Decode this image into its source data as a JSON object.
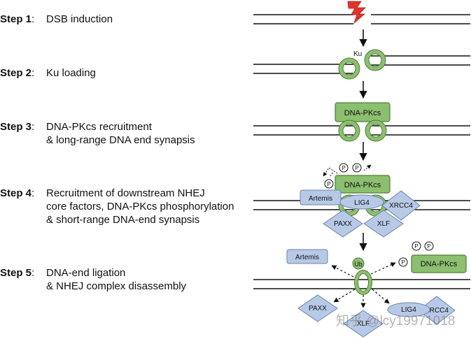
{
  "steps": [
    {
      "num": "Step 1",
      "lines": [
        "DSB induction"
      ]
    },
    {
      "num": "Step 2",
      "lines": [
        "Ku loading"
      ]
    },
    {
      "num": "Step 3",
      "lines": [
        "DNA-PKcs recruitment",
        "& long-range DNA end synapsis"
      ]
    },
    {
      "num": "Step 4",
      "lines": [
        "Recruitment of downstream NHEJ",
        "core factors, DNA-PKcs phosphorylation",
        "& short-range DNA-end synapsis"
      ]
    },
    {
      "num": "Step 5",
      "lines": [
        "DNA-end ligation",
        "& NHEJ complex disassembly"
      ]
    }
  ],
  "labels": {
    "ku": "Ku",
    "dnapkcs": "DNA-PKcs",
    "phospho": "P",
    "artemis": "Artemis",
    "lig4": "LIG4",
    "xrcc4": "XRCC4",
    "paxx": "PAXX",
    "xlf": "XLF",
    "ub": "Ub"
  },
  "watermark": "知乎 @lcy19971018",
  "colors": {
    "green_fill": "#8cbf6f",
    "green_stroke": "#4d7f37",
    "blue_fill": "#b7c9e6",
    "blue_stroke": "#6b84ad",
    "lightning": "#e0342a"
  }
}
